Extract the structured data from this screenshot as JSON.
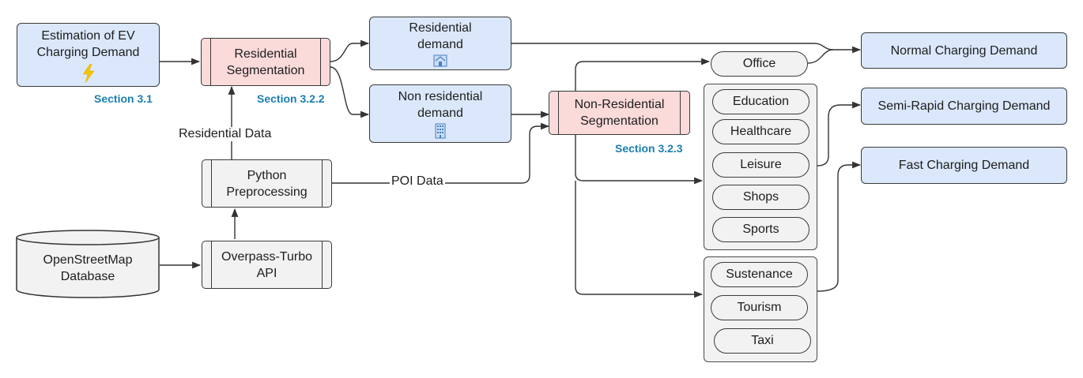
{
  "nodes": {
    "estimation": {
      "line1": "Estimation of EV",
      "line2": "Charging Demand",
      "icon": "lightning-icon"
    },
    "residential_segmentation": {
      "line1": "Residential",
      "line2": "Segmentation"
    },
    "residential_demand": {
      "line1": "Residential",
      "line2": "demand",
      "icon": "house-icon"
    },
    "non_residential_demand": {
      "line1": "Non residential",
      "line2": "demand",
      "icon": "building-icon"
    },
    "non_residential_segmentation": {
      "line1": "Non-Residential",
      "line2": "Segmentation"
    },
    "python_preprocessing": {
      "line1": "Python",
      "line2": "Preprocessing"
    },
    "overpass": {
      "line1": "Overpass-Turbo",
      "line2": "API"
    },
    "osm_db": {
      "line1": "OpenStreetMap",
      "line2": "Database"
    },
    "office": "Office",
    "normal_demand": "Normal Charging Demand",
    "semi_rapid_demand": "Semi-Rapid Charging Demand",
    "fast_demand": "Fast Charging Demand"
  },
  "groups": {
    "semi_rapid_categories": [
      "Education",
      "Healthcare",
      "Leisure",
      "Shops",
      "Sports"
    ],
    "fast_categories": [
      "Sustenance",
      "Tourism",
      "Taxi"
    ]
  },
  "sections": {
    "s31": "Section 3.1",
    "s322": "Section 3.2.2",
    "s323": "Section 3.2.3"
  },
  "edge_labels": {
    "residential_data": "Residential Data",
    "poi_data": "POI Data"
  },
  "colors": {
    "blue_fill": "#dbe8fb",
    "pink_fill": "#fbdada",
    "gray_fill": "#f2f2f2",
    "section_text": "#1a7fb0",
    "lightning": "#f5c400"
  }
}
